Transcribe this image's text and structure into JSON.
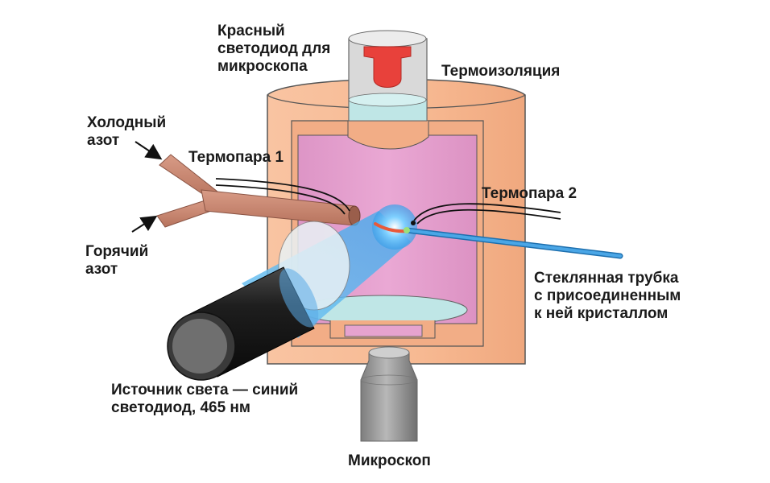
{
  "labels": {
    "red_led": [
      "Красный",
      "светодиод для",
      "микроскопа"
    ],
    "insulation": "Термоизоляция",
    "cold_nitrogen": [
      "Холодный",
      "азот"
    ],
    "hot_nitrogen": [
      "Горячий",
      "азот"
    ],
    "thermocouple1": "Термопара 1",
    "thermocouple2": "Термопара 2",
    "glass_tube": [
      "Стеклянная трубка",
      "с присоединенным",
      "к ней кристаллом"
    ],
    "light_source": [
      "Источник света — синий",
      "светодиод, 465 нм"
    ],
    "microscope": "Микроскоп"
  },
  "colors": {
    "insulation": "#f7b992",
    "chamber": "#e6a3cf",
    "nitrogen_pipe": "#c9856f",
    "glass_tube": "#2f8fd4",
    "crystal": "#e8593a",
    "red_led": "#e8413b",
    "blue_light": "#5ab8f0",
    "window": "#bfe6e6",
    "lamp_body": "#222222",
    "microscope": "#9e9e9e"
  }
}
